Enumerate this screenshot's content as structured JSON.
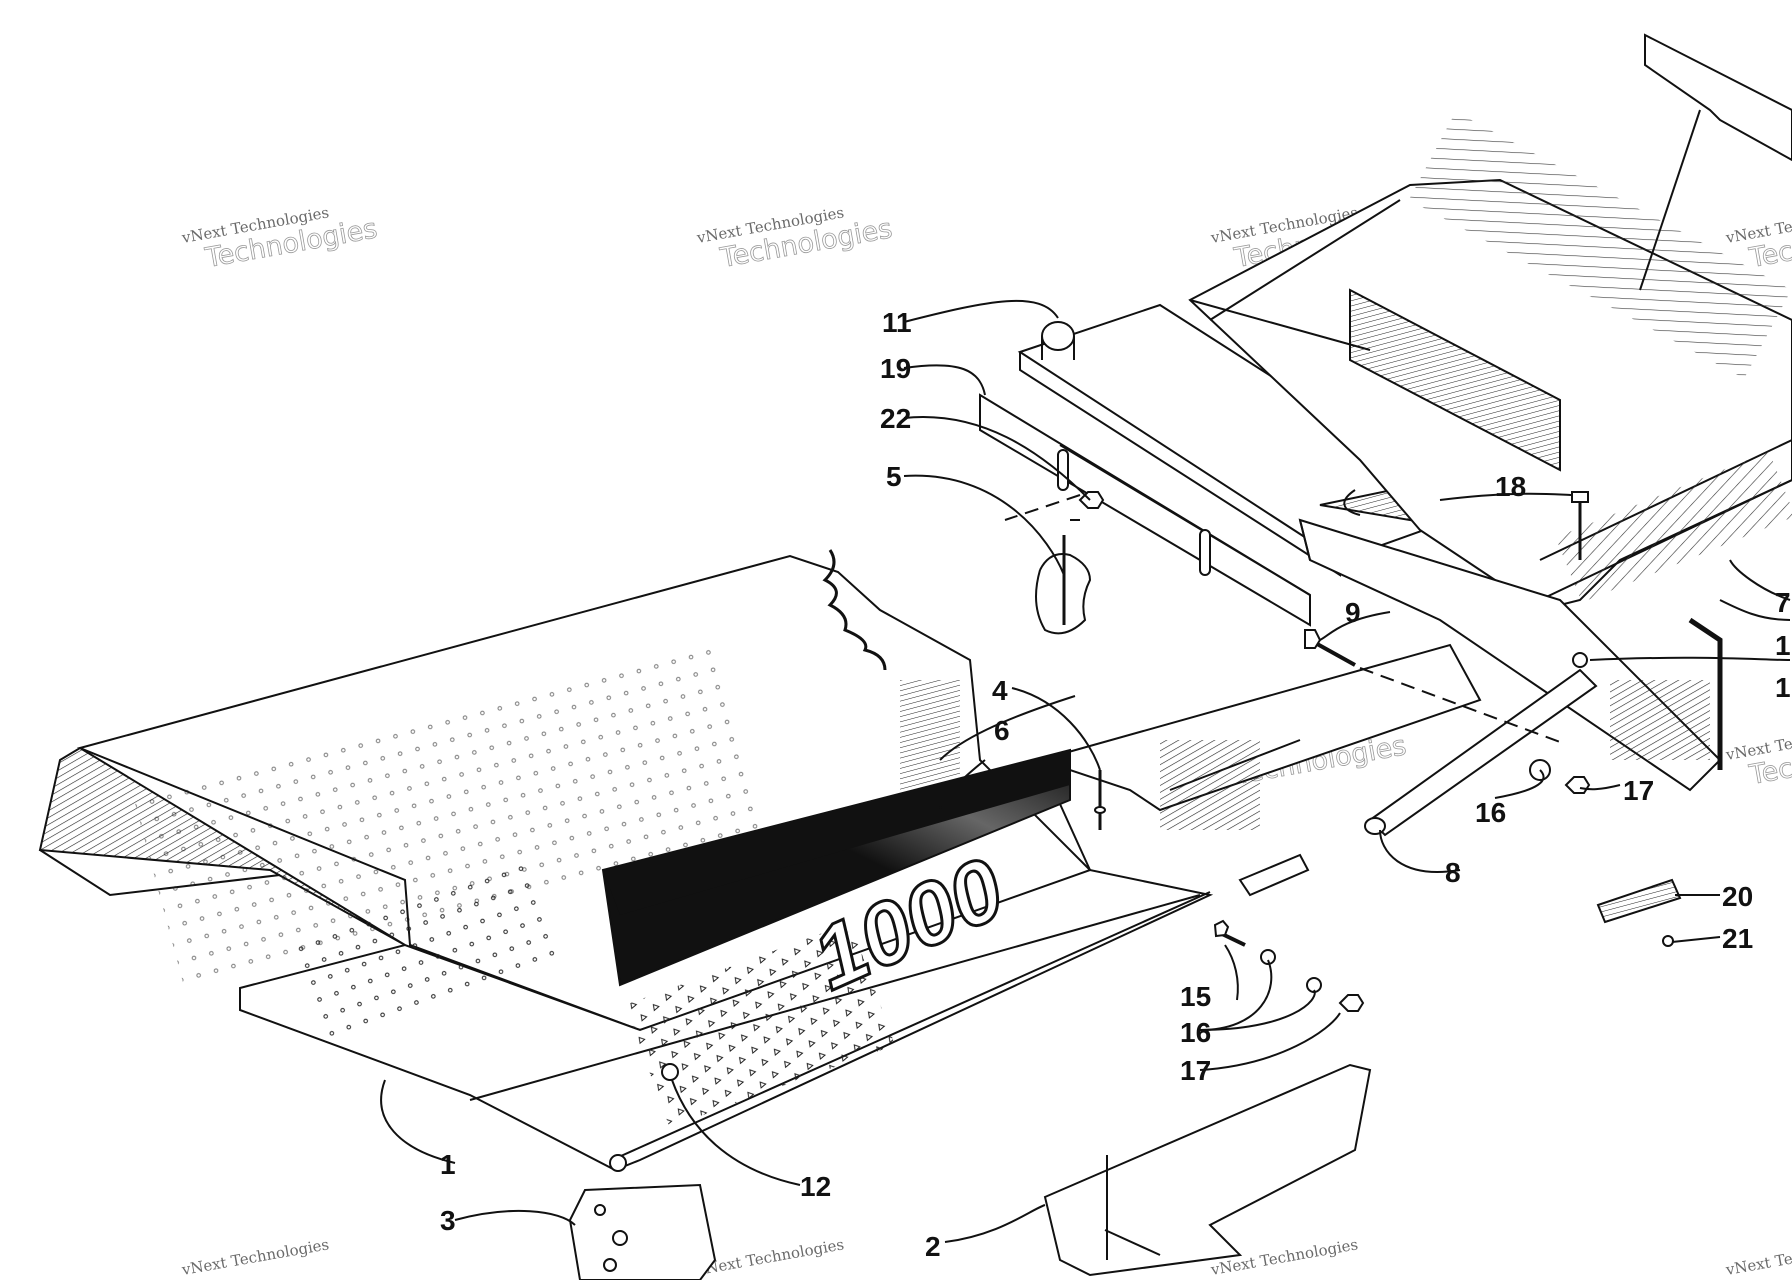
{
  "diagram": {
    "decal_text": "1000",
    "callouts": [
      {
        "id": "c1",
        "label": "1"
      },
      {
        "id": "c2",
        "label": "2"
      },
      {
        "id": "c3",
        "label": "3"
      },
      {
        "id": "c4",
        "label": "4"
      },
      {
        "id": "c5",
        "label": "5"
      },
      {
        "id": "c6",
        "label": "6"
      },
      {
        "id": "c8",
        "label": "8"
      },
      {
        "id": "c9",
        "label": "9"
      },
      {
        "id": "c11",
        "label": "11"
      },
      {
        "id": "c12",
        "label": "12"
      },
      {
        "id": "c15",
        "label": "15"
      },
      {
        "id": "c16a",
        "label": "16"
      },
      {
        "id": "c16b",
        "label": "16"
      },
      {
        "id": "c17a",
        "label": "17"
      },
      {
        "id": "c17b",
        "label": "17"
      },
      {
        "id": "c18",
        "label": "18"
      },
      {
        "id": "c19",
        "label": "19"
      },
      {
        "id": "c20",
        "label": "20"
      },
      {
        "id": "c21",
        "label": "21"
      },
      {
        "id": "c22",
        "label": "22"
      },
      {
        "id": "c7",
        "label": "7"
      },
      {
        "id": "c1r1",
        "label": "1"
      },
      {
        "id": "c1r2",
        "label": "1"
      }
    ]
  },
  "watermark": {
    "line1": "vNext Technologies",
    "line2": "vNext\nTechnologies"
  }
}
